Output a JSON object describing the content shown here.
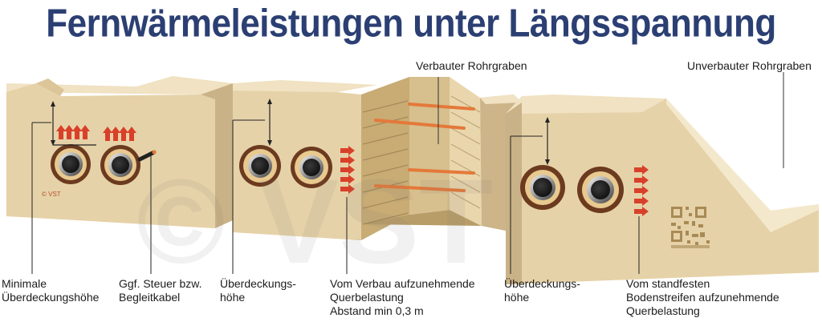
{
  "title": "Fernwärmeleistungen unter Längsspannung",
  "top_labels": {
    "trench_shored": "Verbauter Rohrgraben",
    "trench_unshored": "Unverbauter Rohrgraben"
  },
  "bottom_labels": {
    "min_cover": [
      "Minimale",
      "Überdeckungshöhe"
    ],
    "control_cable": [
      "Ggf. Steuer bzw.",
      "Begleitkabel"
    ],
    "cover_height_1": [
      "Überdeckungs-",
      "höhe"
    ],
    "shoring_load": [
      "Vom Verbau aufzunehmende",
      "Querbelastung",
      "Abstand min 0,3 m"
    ],
    "cover_height_2": [
      "Überdeckungs-",
      "höhe"
    ],
    "soil_strip_load": [
      "Vom standfesten",
      "Bodenstreifen aufzunehmende",
      "Querbelastung"
    ]
  },
  "copyright": "© VST",
  "watermark": "© VST",
  "colors": {
    "title": "#2b3f73",
    "soil": "#e6d2a8",
    "pipe_jacket": "#6b3a1f",
    "insulation": "#e8c98f",
    "arrow": "#d8402a",
    "strut": "#e4793a"
  }
}
